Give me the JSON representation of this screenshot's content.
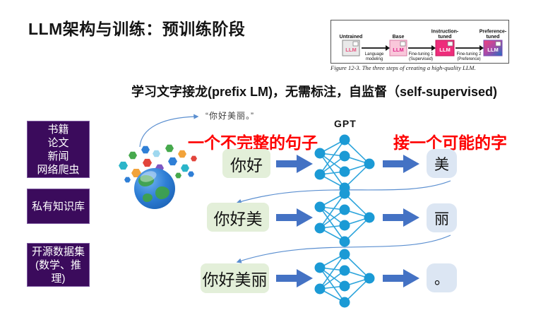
{
  "slide": {
    "title": "LLM架构与训练：预训练阶段",
    "subtitle": "学习文字接龙(prefix LM)，无需标注，自监督（self-supervised)",
    "quote": "“你好美丽。”",
    "gpt_label": "GPT",
    "red_label_left": "一个不完整的句子",
    "red_label_right": "接一个可能的字"
  },
  "figure": {
    "caption": "Figure 12-3. The three steps of creating a high-quality LLM.",
    "stages": [
      {
        "l1": "",
        "l2": "Untrained",
        "llm": "LLM"
      },
      {
        "l1": "",
        "l2": "Base",
        "llm": "LLM"
      },
      {
        "l1": "Instruction-",
        "l2": "tuned",
        "llm": "LLM"
      },
      {
        "l1": "Preference-",
        "l2": "tuned",
        "llm": "LLM"
      }
    ],
    "transitions": [
      {
        "l1": "Language",
        "l2": "modeling"
      },
      {
        "l1": "Fine-tuning 1",
        "l2": "(Supervised)"
      },
      {
        "l1": "Fine-tuning 2",
        "l2": "(Preference)"
      }
    ]
  },
  "sources": [
    {
      "lines": [
        "书籍",
        "论文",
        "新闻",
        "网络爬虫"
      ]
    },
    {
      "lines": [
        "私有知识库"
      ]
    },
    {
      "lines": [
        "开源数据集(数学、推理)"
      ]
    }
  ],
  "rows": [
    {
      "input": "你好",
      "output": "美"
    },
    {
      "input": "你好美",
      "output": "丽"
    },
    {
      "input": "你好美丽",
      "output": "。"
    }
  ],
  "colors": {
    "source_box_bg": "#3b0b5c",
    "input_box_bg": "#e3efd9",
    "output_box_bg": "#dce6f3",
    "block_arrow_blue": "#4472c4",
    "network_node_blue": "#1b9ad5",
    "thin_arrow_blue": "#5b8fd0",
    "red_text": "#fe0000",
    "instruction_tuned_pink": "#ee2d7b"
  }
}
